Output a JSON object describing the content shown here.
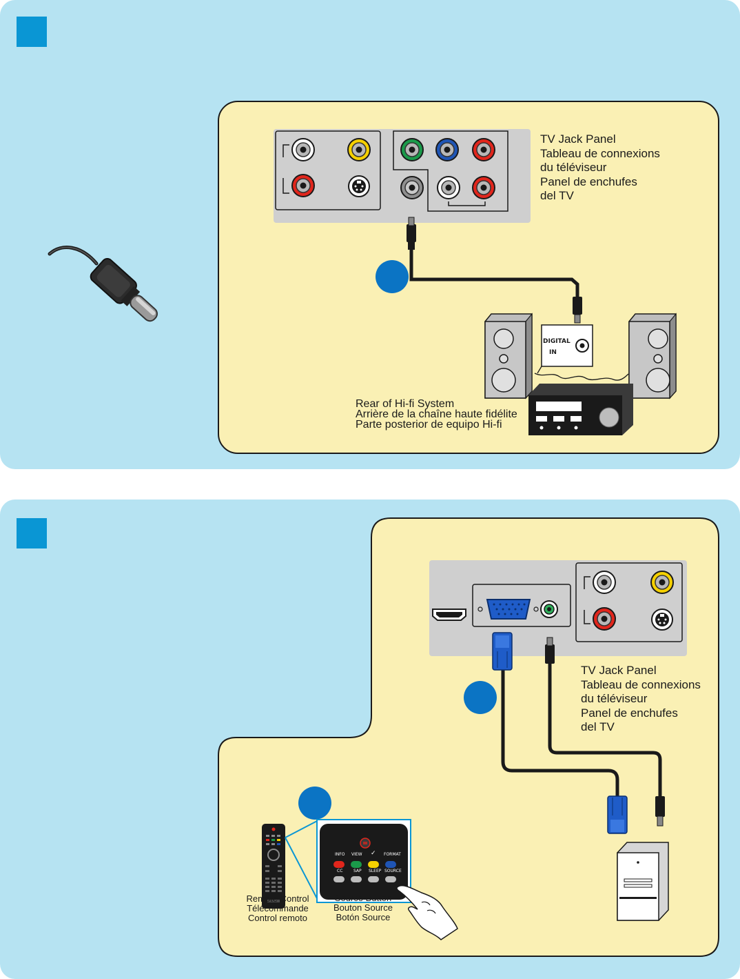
{
  "colors": {
    "panel_bg": "#b6e3f2",
    "card_bg": "#faf0b4",
    "step_box": "#0a96d4",
    "step_circle": "#0b74c4",
    "jack_panel_bg": "#cfcfcf",
    "jack_red": "#e1261c",
    "jack_yellow": "#f5d000",
    "jack_green": "#1a9a4a",
    "jack_blue": "#1f55b5",
    "vga_blue": "#1f5cc8"
  },
  "top_diagram": {
    "tv_jack_panel_label": [
      "TV Jack Panel",
      "Tableau de connexions",
      "du téléviseur",
      "Panel de enchufes",
      "del TV"
    ],
    "hifi_rear_label": [
      "Rear of Hi-fi System",
      "Arrière de la chaîne haute fidélite",
      "Parte posterior de equipo Hi-fi"
    ],
    "digital_in_label": [
      "DIGITAL",
      "IN"
    ],
    "icons": [
      "coaxial-cable-plug-icon",
      "speaker-icon",
      "hifi-receiver-icon"
    ]
  },
  "bottom_diagram": {
    "tv_jack_panel_label": [
      "TV Jack Panel",
      "Tableau de connexions",
      "du téléviseur",
      "Panel de enchufes",
      "del TV"
    ],
    "remote_label": [
      "Remote Control",
      "Télécommande",
      "Control remoto"
    ],
    "source_button_label": [
      "Source Button",
      "Bouton Source",
      "Botón Source"
    ],
    "remote_button_labels": [
      "INFO",
      "VIEW",
      "✓",
      "FORMAT",
      "CC",
      "SAP",
      "SLEEP",
      "SOURCE"
    ],
    "icons": [
      "hdmi-port-icon",
      "vga-port-icon",
      "computer-tower-icon",
      "remote-control-icon",
      "pointing-hand-icon"
    ]
  }
}
